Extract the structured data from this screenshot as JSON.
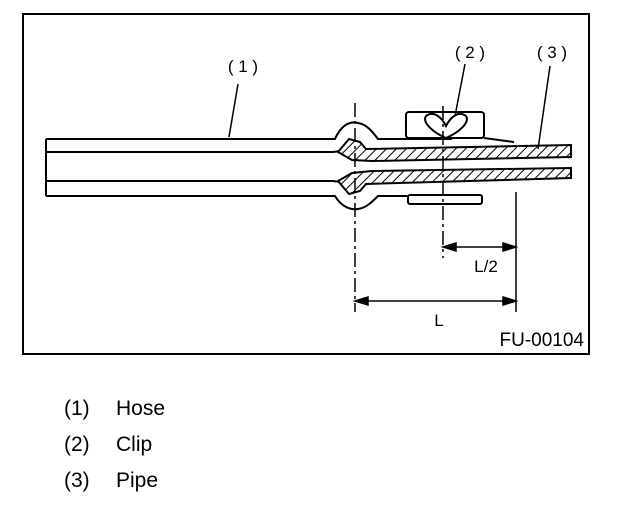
{
  "figure": {
    "code": "FU-00104",
    "callouts": {
      "hose": "( 1 )",
      "clip": "( 2 )",
      "pipe": "( 3 )"
    },
    "dimensions": {
      "half_length": "L/2",
      "length": "L"
    }
  },
  "legend": [
    {
      "number": "(1)",
      "label": "Hose"
    },
    {
      "number": "(2)",
      "label": "Clip"
    },
    {
      "number": "(3)",
      "label": "Pipe"
    }
  ]
}
